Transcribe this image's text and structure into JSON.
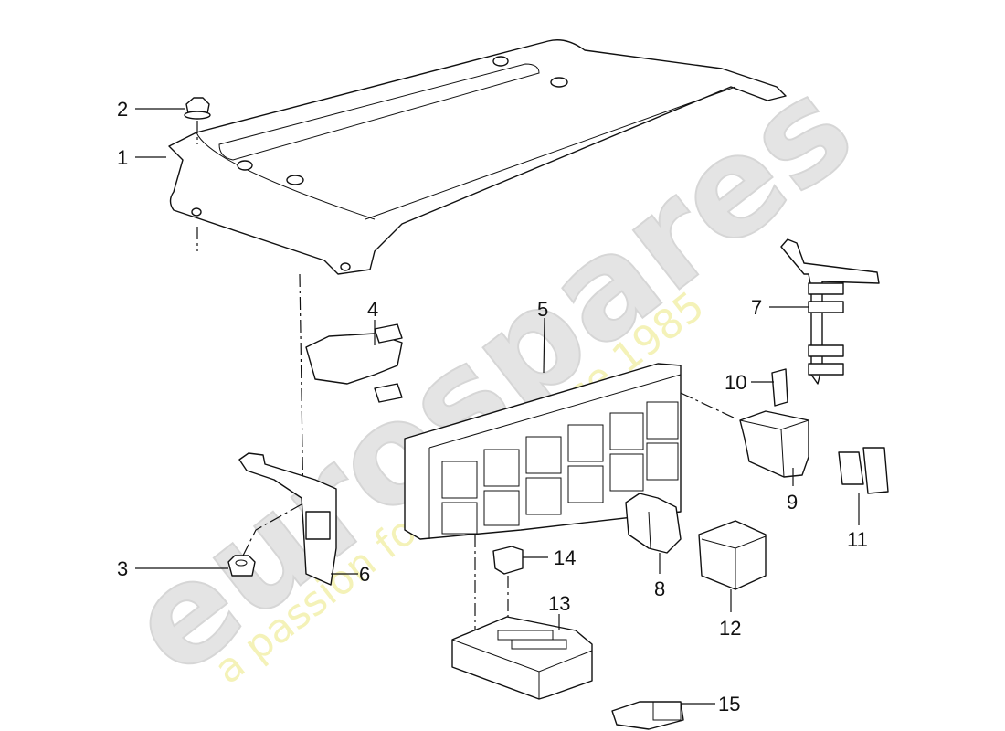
{
  "diagram": {
    "type": "exploded-parts-diagram",
    "subject": "relay carrier / fuse box assembly",
    "background": "#ffffff",
    "line_color": "#111111"
  },
  "watermark": {
    "brand": "eurospares",
    "tagline": "a passion for parts since 1985",
    "brand_color": "#e2e2e2",
    "tagline_color": "#f2f0b0"
  },
  "callouts": [
    {
      "id": "1",
      "label": "1",
      "part": "mounting plate"
    },
    {
      "id": "2",
      "label": "2",
      "part": "flange nut"
    },
    {
      "id": "3",
      "label": "3",
      "part": "flange nut"
    },
    {
      "id": "4",
      "label": "4",
      "part": "holder clip"
    },
    {
      "id": "5",
      "label": "5",
      "part": "relay carrier"
    },
    {
      "id": "6",
      "label": "6",
      "part": "bracket"
    },
    {
      "id": "7",
      "label": "7",
      "part": "bracket"
    },
    {
      "id": "8",
      "label": "8",
      "part": "relay"
    },
    {
      "id": "9",
      "label": "9",
      "part": "relay socket"
    },
    {
      "id": "10",
      "label": "10",
      "part": "fuse"
    },
    {
      "id": "11",
      "label": "11",
      "part": "fuse"
    },
    {
      "id": "12",
      "label": "12",
      "part": "relay"
    },
    {
      "id": "13",
      "label": "13",
      "part": "fuse holder"
    },
    {
      "id": "14",
      "label": "14",
      "part": "fuse"
    },
    {
      "id": "15",
      "label": "15",
      "part": "fuse"
    }
  ]
}
